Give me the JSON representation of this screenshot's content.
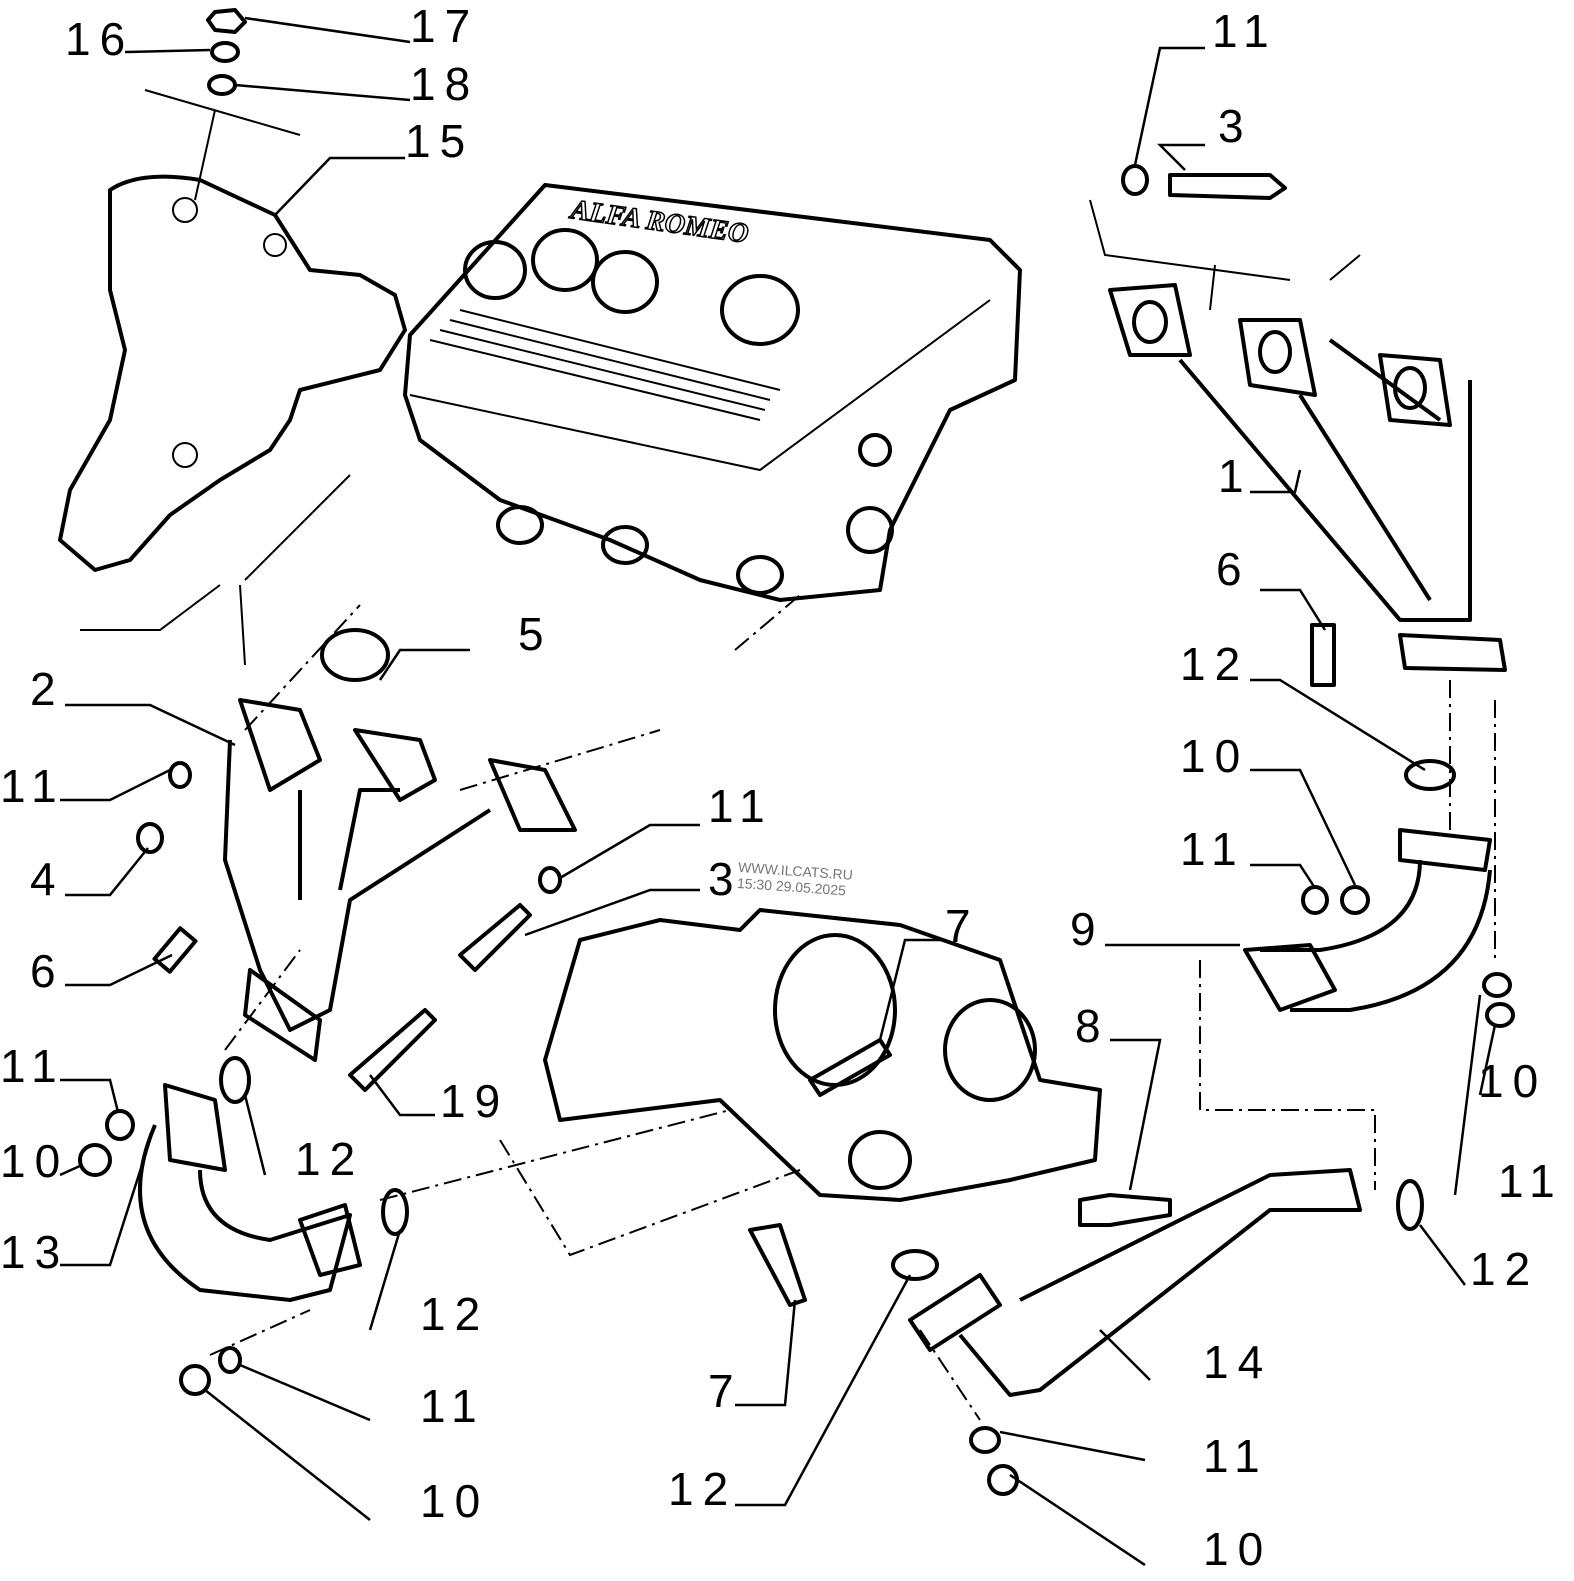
{
  "diagram": {
    "watermark": {
      "site": "WWW.ILCATS.RU",
      "timestamp": "15:30 29.05.2025"
    },
    "logo_text": "ALFA ROMEO",
    "callouts": [
      "16",
      "17",
      "18",
      "15",
      "11",
      "3",
      "1",
      "6",
      "12",
      "10",
      "11",
      "9",
      "8",
      "10",
      "11",
      "12",
      "14",
      "11",
      "10",
      "12",
      "7",
      "7",
      "3",
      "11",
      "19",
      "12",
      "12",
      "11",
      "10",
      "5",
      "2",
      "11",
      "4",
      "6",
      "11",
      "10",
      "13"
    ]
  }
}
